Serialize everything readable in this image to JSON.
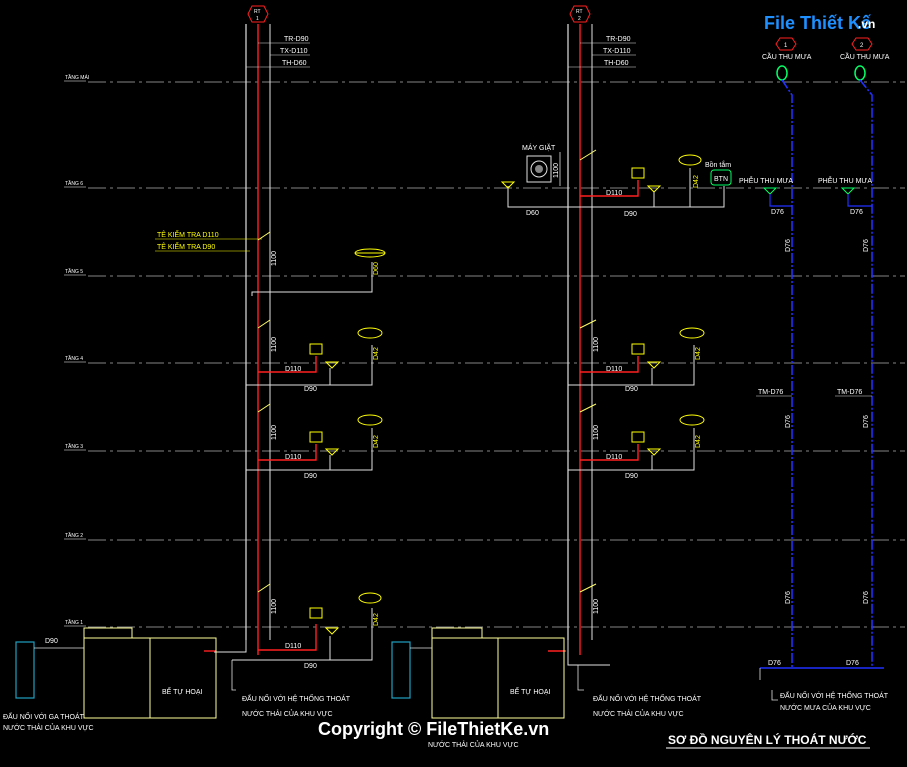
{
  "riser_ids": [
    {
      "top": "RT",
      "bottom": "1"
    },
    {
      "top": "RT",
      "bottom": "2"
    }
  ],
  "pipe_labels": [
    "TR-D90",
    "TX-D110",
    "TH-D60"
  ],
  "floors": [
    "TẦNG MÁI",
    "TẦNG 6",
    "TẦNG 5",
    "TẦNG 4",
    "TẦNG 3",
    "TẦNG 2",
    "TẦNG 1"
  ],
  "inspection_tees": [
    "TÊ KIỂM TRA D110",
    "TÊ KIỂM TRA D90"
  ],
  "sizes": {
    "d110": "D110",
    "d90": "D90",
    "d60": "D60",
    "d42": "D42",
    "d76": "D76",
    "tm_d76": "TM-D76",
    "h1100": "1100"
  },
  "washing_machine": "MÁY GIẶT",
  "bathtub_label": "Bồn tắm",
  "bathtub_code": "BTN",
  "roof_drain": "CẦU THU MƯA",
  "roof_drain_ids": [
    "1",
    "2"
  ],
  "rain_funnel": "PHỄU THU MƯA",
  "septic_tank": "BỂ TỰ HOẠI",
  "connect_sewer": [
    "ĐẤU NỐI VỚI HỆ THỐNG THOÁT",
    "NƯỚC THẢI CỦA KHU VỰC"
  ],
  "connect_pit": [
    "ĐẤU NỐI VỚI GA THOÁT",
    "NƯỚC THẢI CỦA KHU VỰC"
  ],
  "connect_rain": [
    "ĐẤU NỐI VỚI HỆ THỐNG THOÁT",
    "NƯỚC MƯA CỦA KHU VỰC"
  ],
  "drawing_title": "SƠ ĐỒ NGUYÊN LÝ THOÁT NƯỚC",
  "watermark": "Copyright © FileThietKe.vn",
  "logo": {
    "part1": "File Thiết Kế",
    "part2": ".vn"
  },
  "colors": {
    "background": "#000000",
    "soil_pipe": "#ff2020",
    "waste_pipe": "#e0e0e0",
    "vent_pipe": "#ffff66",
    "rain_pipe": "#2030ff",
    "fixture": "#ffff00",
    "tank": "#ffff99",
    "pit": "#20a0c0",
    "floor_line": "#b0b0b0",
    "drain_green": "#00ff66",
    "logo_blue": "#1e90ff"
  }
}
